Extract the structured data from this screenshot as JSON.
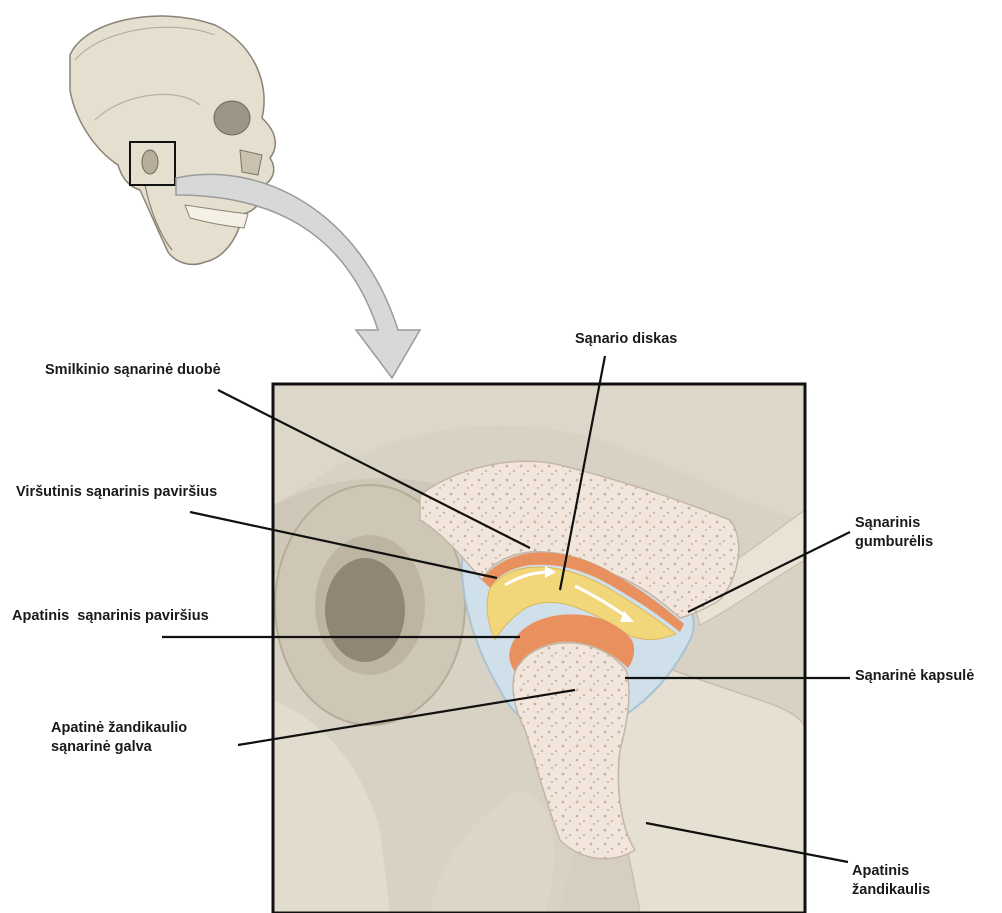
{
  "labels": {
    "temporal_fossa": "Smilkinio sąnarinė duobė",
    "upper_surface": "Viršutinis sąnarinis paviršius",
    "lower_surface": "Apatinis  sąnarinis paviršius",
    "condyle_line1": "Apatinė žandikaulio",
    "condyle_line2": "sąnarinė galva",
    "disc": "Sąnario diskas",
    "tubercle_line1": "Sąnarinis",
    "tubercle_line2": "gumburėlis",
    "capsule": "Sąnarinė kapsulė",
    "mandible_line1": "Apatinis",
    "mandible_line2": "žandikaulis"
  },
  "colors": {
    "bone": "#e8e1d2",
    "bone_shadow": "#c9bfa9",
    "background_bone": "#d9d3c5",
    "spongy_bone": "#f1e6dc",
    "disc_yellow": "#f2d77a",
    "cartilage_orange": "#e38a5a",
    "capsule_blue": "#c9dde8",
    "arrow_gray": "#bfbfbf",
    "leader_line": "#111111"
  }
}
